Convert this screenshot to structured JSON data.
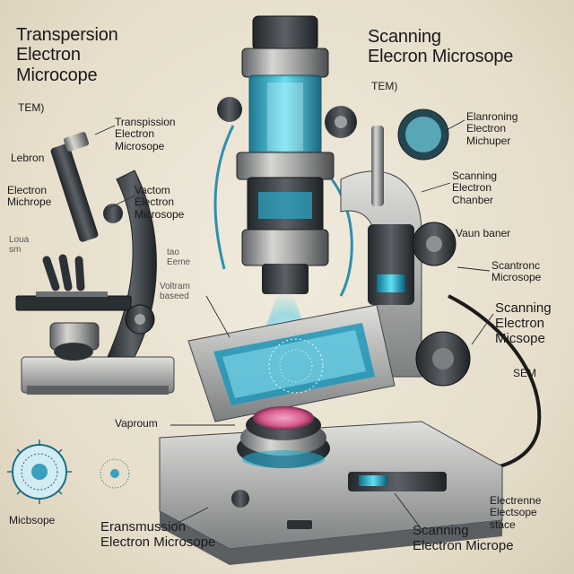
{
  "titles": {
    "tem_heading": "Transpersion\nElectron\nMicrocope",
    "tem_sub": "TEM)",
    "sem_heading": "Scanning\nElecron Microsope",
    "sem_sub": "TEM)"
  },
  "labels": [
    {
      "id": "transpission-electron-microsope",
      "text": "Transpission\nElectron\nMicrosope"
    },
    {
      "id": "lebron",
      "text": "Lebron"
    },
    {
      "id": "electron-michrope",
      "text": "Electron\nMichrope"
    },
    {
      "id": "vactom-electron-microsope",
      "text": "Vactom\nElectron\nMicrosope"
    },
    {
      "id": "loua-sm",
      "text": "Loua\nsm"
    },
    {
      "id": "tao-eeme",
      "text": "tao\nEeme"
    },
    {
      "id": "voltram-baseed",
      "text": "Voltram\nbaseed"
    },
    {
      "id": "elanroning-electron-michuper",
      "text": "Elanroning\nElectron\nMichuper"
    },
    {
      "id": "scanning-electron-chanber",
      "text": "Scanning\nElectron\nChanber"
    },
    {
      "id": "vaun-baner",
      "text": "Vaun baner"
    },
    {
      "id": "scantronc-microsope",
      "text": "Scantronc\nMicrosope"
    },
    {
      "id": "scanning-electron-micsope",
      "text": "Scanning\nElectron\nMicsope"
    },
    {
      "id": "sem",
      "text": "SEM"
    },
    {
      "id": "vaproum",
      "text": "Vaproum"
    },
    {
      "id": "micbsope",
      "text": "Micbsope"
    },
    {
      "id": "eransmussion-electron-microsope",
      "text": "Eransmussion\nElectron Microsope"
    },
    {
      "id": "scanning-electron-micrope",
      "text": "Scanning\nElectron Micrope"
    },
    {
      "id": "electrenne-electsope-stace",
      "text": "Electrenne\nElectsope\nstace"
    }
  ],
  "colors": {
    "background": "#ece4d3",
    "metal_light": "#c9c9c4",
    "metal_mid": "#8d8f8e",
    "metal_dark": "#3e4347",
    "accent_cyan": "#1fb3d6",
    "sample_pink": "#d75a8e"
  },
  "icons": [
    "light-microscope-icon",
    "tem-column-icon",
    "electron-beam-icon",
    "specimen-stage-icon",
    "virus-specimen-icon",
    "sample-dish-icon"
  ]
}
